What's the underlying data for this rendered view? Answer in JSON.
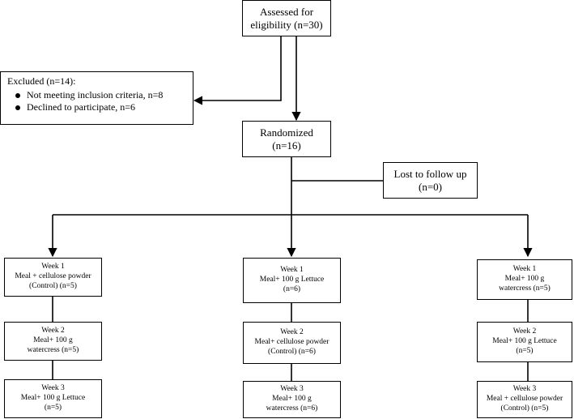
{
  "assessed": {
    "line1": "Assessed for",
    "line2": "eligibility (n=30)"
  },
  "excluded": {
    "title": "Excluded (n=14):",
    "items": [
      "Not meeting inclusion criteria, n=8",
      "Declined to participate, n=6"
    ]
  },
  "randomized": {
    "line1": "Randomized",
    "line2": "(n=16)"
  },
  "lost": {
    "line1": "Lost to follow up",
    "line2": "(n=0)"
  },
  "arms": [
    {
      "weeks": [
        {
          "week": "Week 1",
          "lines": [
            "Meal + cellulose powder",
            "(Control) (n=5)"
          ]
        },
        {
          "week": "Week 2",
          "lines": [
            "Meal+ 100 g",
            "watercress (n=5)"
          ]
        },
        {
          "week": "Week 3",
          "lines": [
            "Meal+ 100 g Lettuce",
            "(n=5)"
          ]
        }
      ]
    },
    {
      "weeks": [
        {
          "week": "Week 1",
          "lines": [
            "Meal+ 100 g Lettuce",
            "(n=6)"
          ]
        },
        {
          "week": "Week 2",
          "lines": [
            "Meal+ cellulose powder",
            "(Control) (n=6)"
          ]
        },
        {
          "week": "Week 3",
          "lines": [
            "Meal+ 100 g",
            "watercress (n=6)"
          ]
        }
      ]
    },
    {
      "weeks": [
        {
          "week": "Week 1",
          "lines": [
            "Meal+ 100 g",
            "watercress (n=5)"
          ]
        },
        {
          "week": "Week 2",
          "lines": [
            "Meal+ 100 g Lettuce",
            "(n=5)"
          ]
        },
        {
          "week": "Week 3",
          "lines": [
            "Meal + cellulose powder",
            "(Control) (n=5)"
          ]
        }
      ]
    }
  ]
}
